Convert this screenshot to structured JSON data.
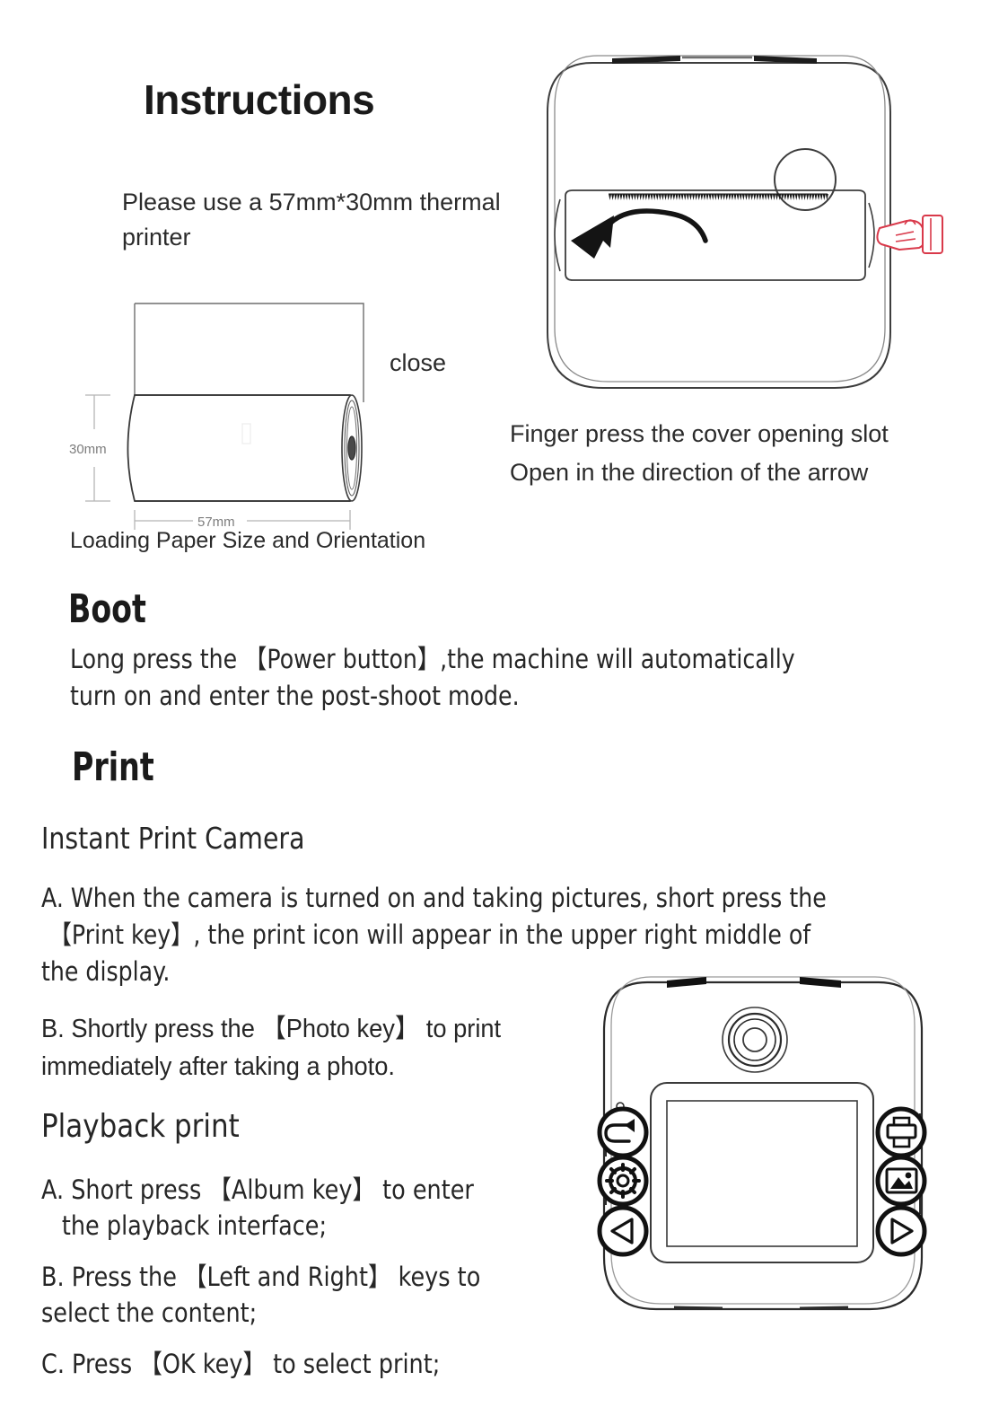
{
  "page": {
    "title": "Instructions",
    "background": "#ffffff",
    "text_color": "#231f20"
  },
  "paper_section": {
    "intro": "Please use a 57mm*30mm thermal printer",
    "close_label": "close",
    "caption": "Loading Paper Size and Orientation",
    "dimensions": {
      "height": "30mm",
      "width": "57mm",
      "dimension_color": "#7d7d7d"
    }
  },
  "printer_diagram": {
    "instruction_line_1": "Finger press the cover opening slot",
    "instruction_line_2": "Open in the direction of the arrow",
    "hand_icon_color": "#d9394a",
    "icons": {
      "hand": "pointing-hand-icon",
      "arrow": "curved-arrow-icon",
      "tear_bar": "serrated-tear-strip",
      "lens_hole": "circle-hole"
    }
  },
  "boot_section": {
    "heading": "Boot",
    "body": "Long press the 【Power button】,the machine will automatically turn on and enter the post-shoot mode."
  },
  "print_section": {
    "heading": "Print",
    "subheading": "Instant Print Camera",
    "item_a_line1": "A. When the camera is turned on and taking pictures, short press the",
    "item_a_line2": "【Print key】, the print icon will appear in the upper right middle of",
    "item_a_line3": "the display.",
    "item_b": "B. Shortly press the 【Photo key】 to print immediately after taking a photo."
  },
  "playback_section": {
    "heading": "Playback print",
    "items": [
      {
        "line1": "A. Short press 【Album key】 to enter",
        "line2": "the playback interface;"
      },
      {
        "line1": "B. Press the 【Left and Right】 keys to",
        "line2": "select the content;"
      },
      {
        "line1": "C. Press 【OK key】 to select print;",
        "line2": ""
      }
    ]
  },
  "camera_diagram": {
    "buttons_left": [
      "back-icon",
      "gear-icon",
      "left-triangle-icon"
    ],
    "buttons_right": [
      "printer-icon",
      "photo-icon",
      "right-triangle-icon"
    ],
    "parts": [
      "camera-lens",
      "lcd-screen",
      "led-indicator",
      "top-shutter-buttons"
    ]
  }
}
